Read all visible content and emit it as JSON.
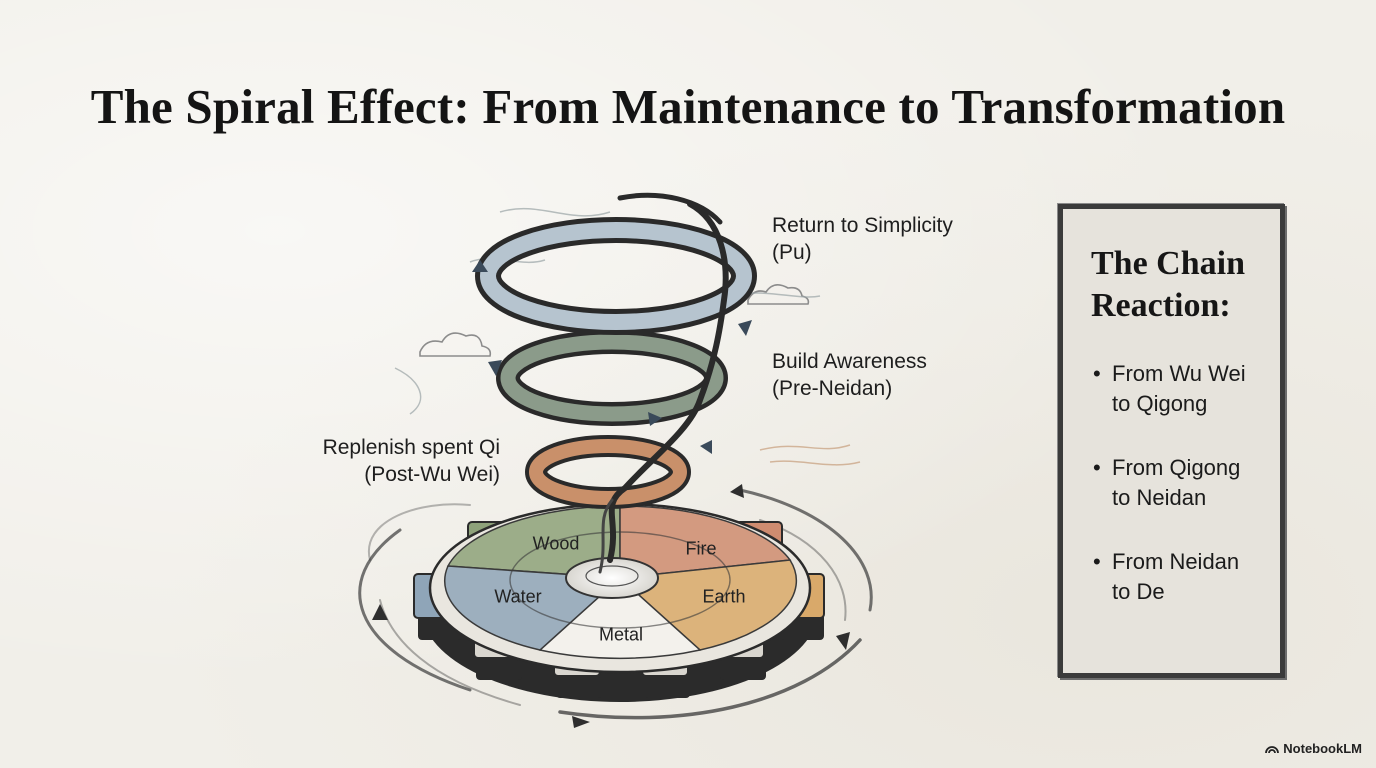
{
  "title": "The Spiral Effect: From Maintenance to Transformation",
  "diagram": {
    "spiral_labels": {
      "top": [
        "Return to Simplicity",
        "(Pu)"
      ],
      "middle": [
        "Build Awareness",
        "(Pre-Neidan)"
      ],
      "bottom": [
        "Replenish spent Qi",
        "(Post-Wu Wei)"
      ]
    },
    "wheel_segments": [
      {
        "name": "Wood",
        "color": "#8ea27a"
      },
      {
        "name": "Fire",
        "color": "#cf8c70"
      },
      {
        "name": "Earth",
        "color": "#d9a96a"
      },
      {
        "name": "Metal",
        "color": "#f3f1ec"
      },
      {
        "name": "Water",
        "color": "#8fa5b8"
      }
    ]
  },
  "panel": {
    "title_lines": [
      "The Chain",
      "Reaction:"
    ],
    "items": [
      [
        "From Wu Wei",
        "to Qigong"
      ],
      [
        "From Qigong",
        "to Neidan"
      ],
      [
        "From Neidan",
        "to De"
      ]
    ]
  },
  "branding": {
    "name": "NotebookLM"
  }
}
